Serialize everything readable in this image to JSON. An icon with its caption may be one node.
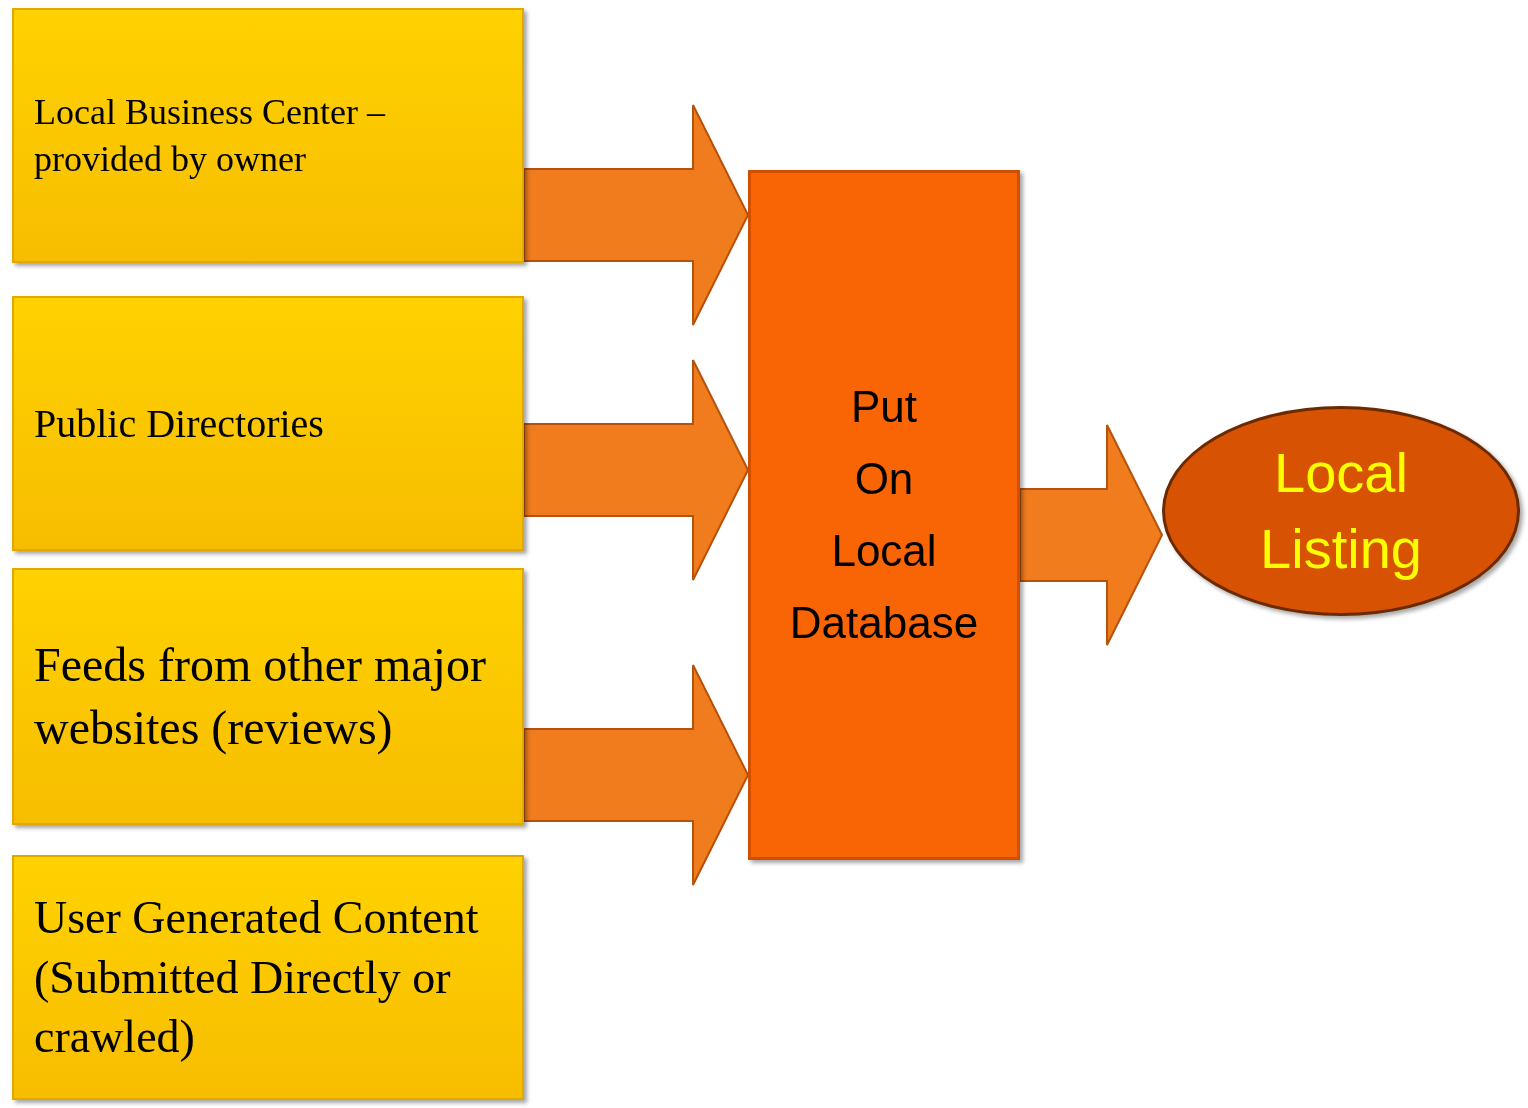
{
  "diagram": {
    "nodes": [
      {
        "text": [
          "Local Business Center – provided by owner"
        ]
      },
      {
        "text": [
          "Public Directories"
        ]
      },
      {
        "text": [
          "Feeds from other major websites (reviews)"
        ]
      },
      {
        "text": [
          "User Generated Content (Submitted Directly or crawled)"
        ]
      },
      {
        "text": [
          "Put",
          "On",
          "Local",
          "Database"
        ]
      },
      {
        "text": [
          "Local Listing"
        ]
      }
    ],
    "edges": [
      {
        "from": 0,
        "to": 4,
        "arrow": "to"
      },
      {
        "from": 1,
        "to": 4,
        "arrow": "to"
      },
      {
        "from": 2,
        "to": 4,
        "arrow": "to"
      },
      {
        "from": 4,
        "to": 5,
        "arrow": "to"
      }
    ]
  }
}
